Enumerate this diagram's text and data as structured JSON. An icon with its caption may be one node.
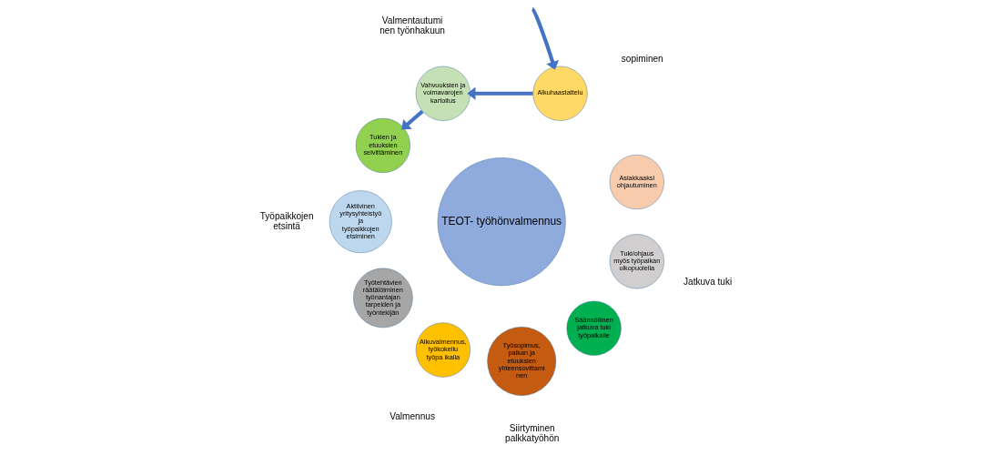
{
  "diagram": {
    "nodes": [
      {
        "text": [
          "TEOT- työhönvalmennus"
        ]
      },
      {
        "text": [
          "Asiakkaaksi ohjautuminen"
        ]
      },
      {
        "text": [
          "Alkuhaastattelu"
        ]
      },
      {
        "text": [
          "Vahvuuksien ja voimavarojen kartoitus"
        ]
      },
      {
        "text": [
          "Tukien ja etuuksien selvittäminen"
        ]
      },
      {
        "text": [
          "Aktiivinen yritysyhteistyö ja työpaikkojen etsiminen"
        ]
      },
      {
        "text": [
          "Työtehtävien räätälöiminen työnantajan tarpeiden ja työntekijän"
        ]
      },
      {
        "text": [
          "Alkuvalmennus, työkokeilu työpa ikalla"
        ]
      },
      {
        "text": [
          "Työsopimus, palkan ja etuuksien yhteensovittami nen"
        ]
      },
      {
        "text": [
          "Säännöllinen jatkuva tuki työpaikalle"
        ]
      },
      {
        "text": [
          "Tuki/ohjaus myös työpaikan ulkopuolella"
        ]
      }
    ],
    "edges": [
      {
        "from": null,
        "to": 2,
        "arrow": "to"
      },
      {
        "from": 2,
        "to": 3,
        "arrow": "to"
      },
      {
        "from": 3,
        "to": 4,
        "arrow": "to"
      }
    ],
    "labels": [
      "sopiminen",
      "Jatkuva tuki",
      "Valmentautumi nen työnhakuun",
      "Siirtyminen palkkatyöhön",
      "Työpaikkojen etsintä",
      "Valmennus"
    ]
  }
}
